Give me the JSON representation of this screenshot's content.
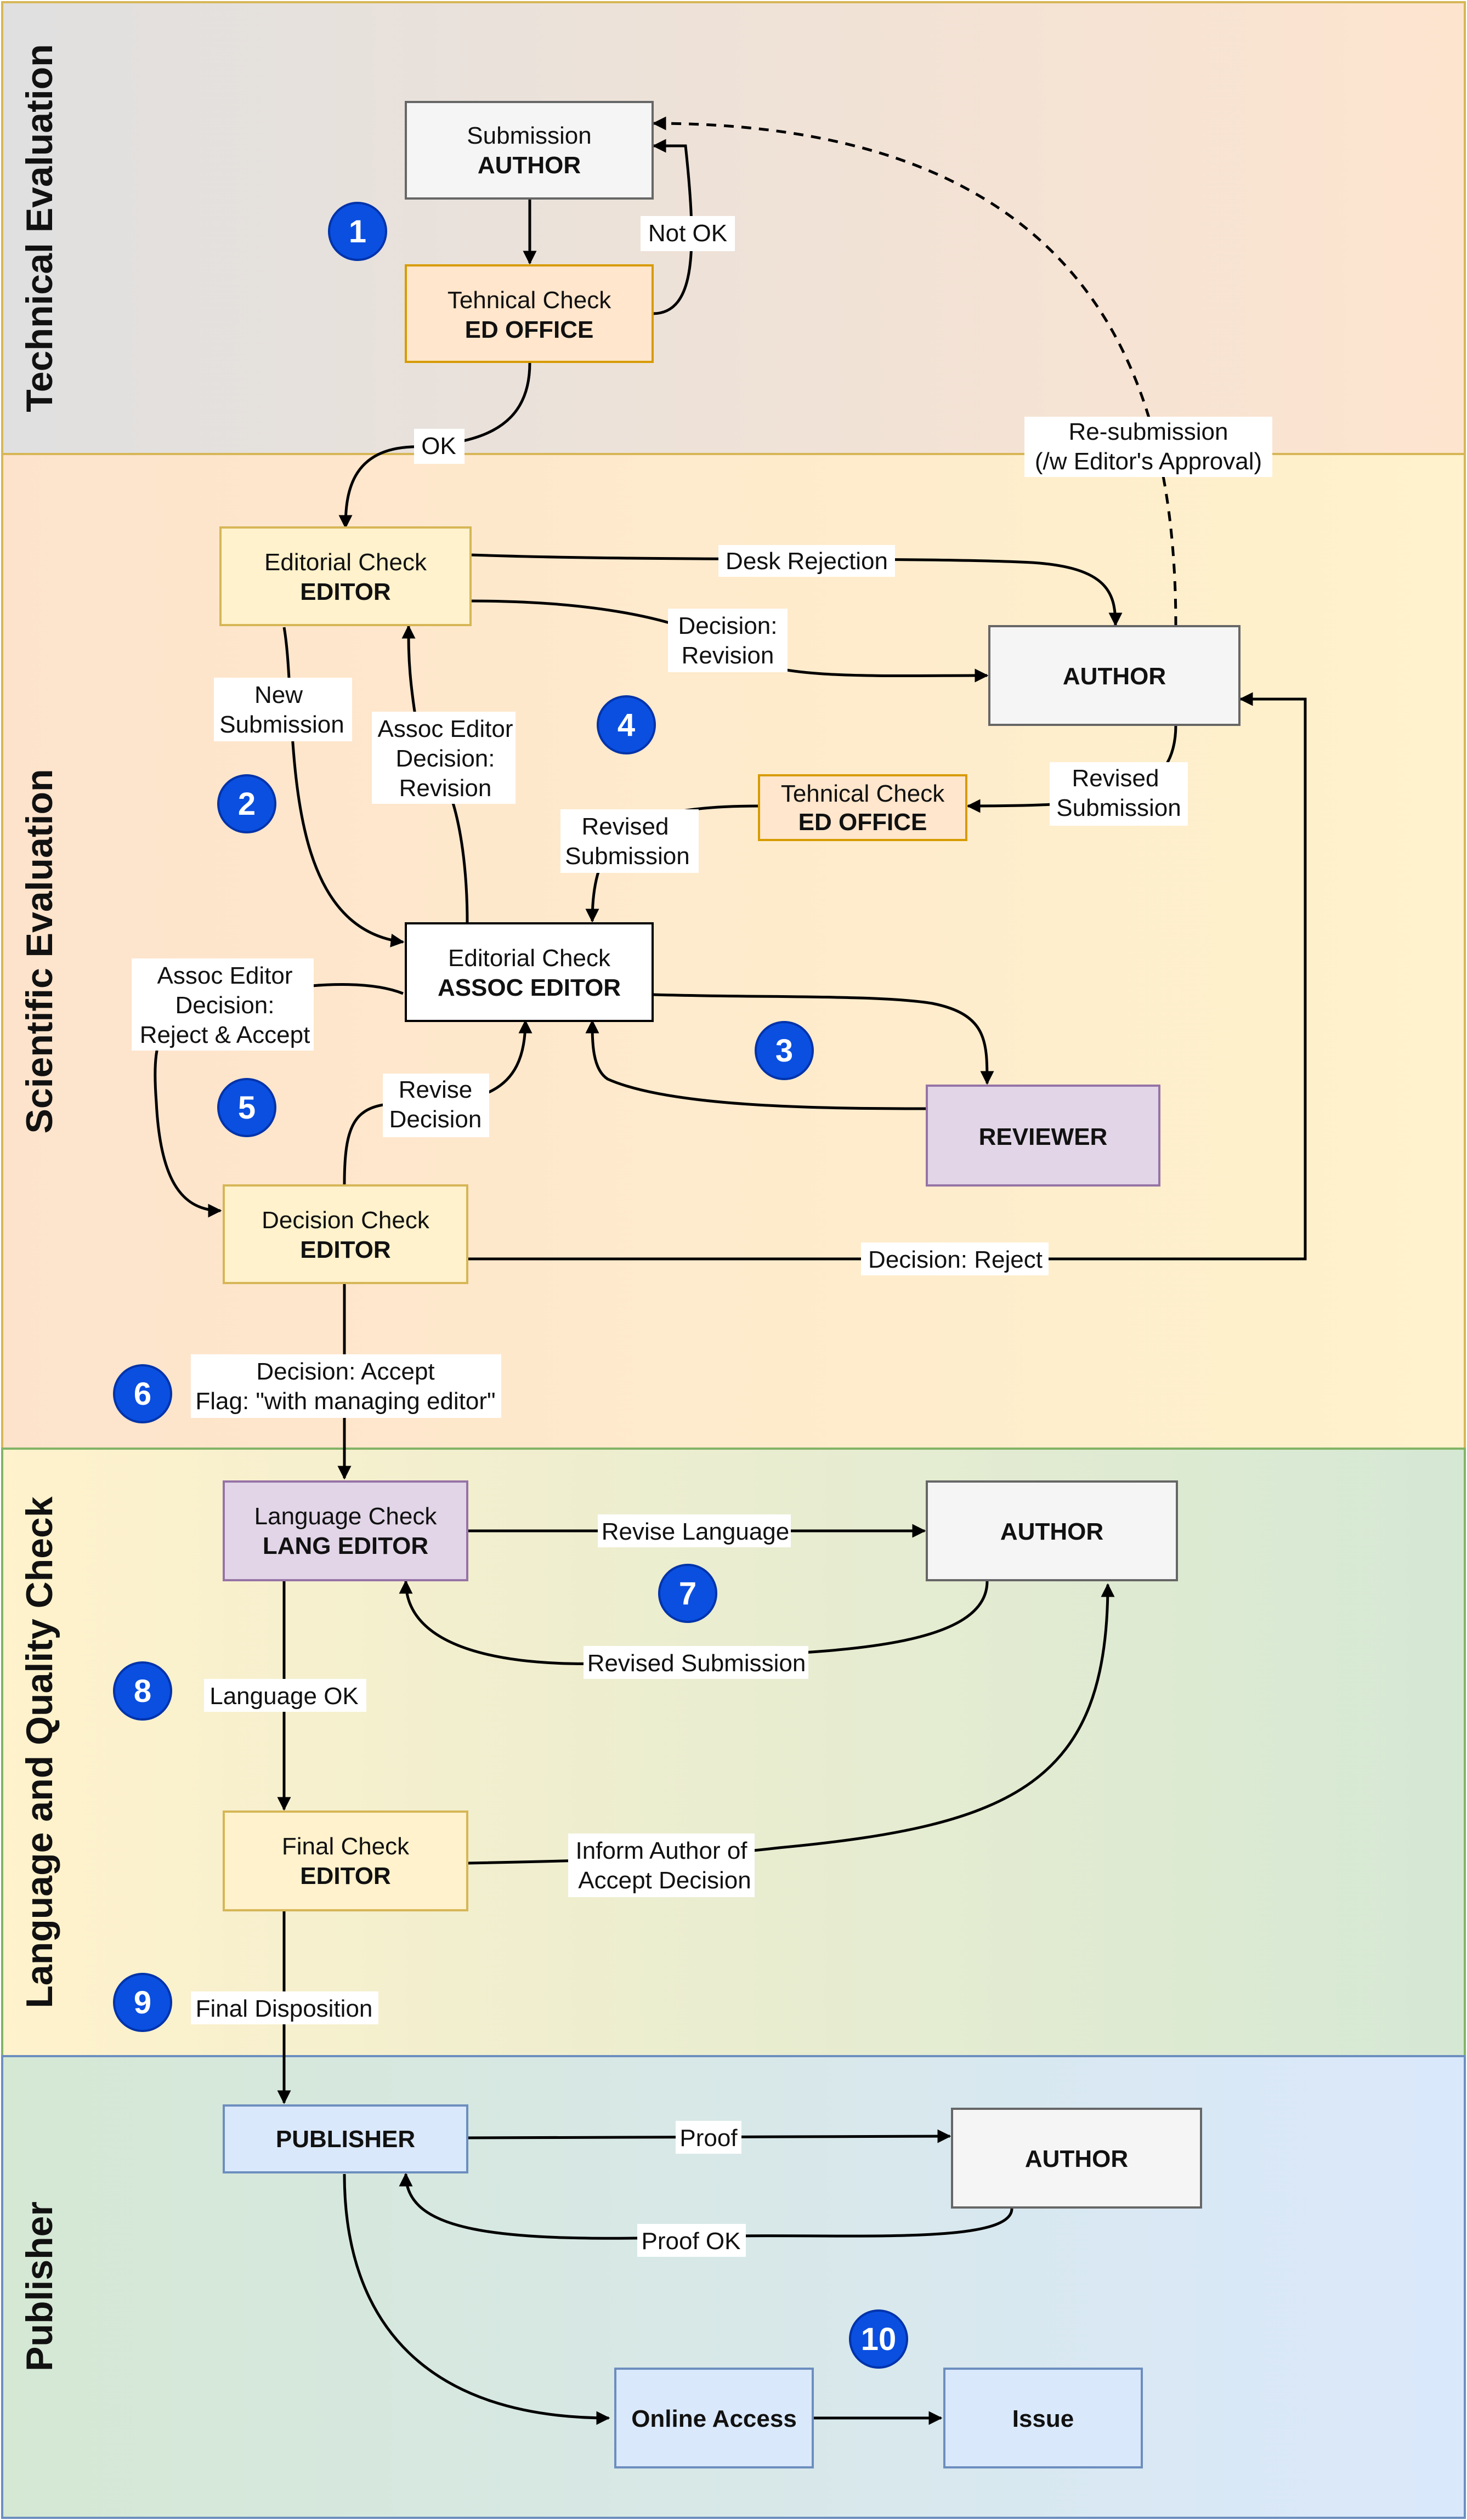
{
  "lanes": {
    "technical": "Technical Evaluation",
    "scientific": "Scientific Evaluation",
    "language": "Language and Quality Check",
    "publisher": "Publisher"
  },
  "nodes": {
    "submission_author": {
      "line1": "Submission",
      "line2": "AUTHOR"
    },
    "technical_check_1": {
      "line1": "Tehnical Check",
      "line2": "ED OFFICE"
    },
    "editorial_check_editor": {
      "line1": "Editorial Check",
      "line2": "EDITOR"
    },
    "author_scientific": {
      "line1": "",
      "line2": "AUTHOR"
    },
    "technical_check_2": {
      "line1": "Tehnical Check",
      "line2": "ED OFFICE"
    },
    "editorial_check_assoc": {
      "line1": "Editorial Check",
      "line2": "ASSOC EDITOR"
    },
    "reviewer": {
      "line1": "",
      "line2": "REVIEWER"
    },
    "decision_check": {
      "line1": "Decision Check",
      "line2": "EDITOR"
    },
    "language_check": {
      "line1": "Language Check",
      "line2": "LANG EDITOR"
    },
    "author_language": {
      "line1": "",
      "line2": "AUTHOR"
    },
    "final_check": {
      "line1": "Final Check",
      "line2": "EDITOR"
    },
    "publisher": {
      "line1": "",
      "line2": "PUBLISHER"
    },
    "author_publisher": {
      "line1": "",
      "line2": "AUTHOR"
    },
    "online_access": {
      "line1": "",
      "line2": "Online Access"
    },
    "issue": {
      "line1": "",
      "line2": "Issue"
    }
  },
  "edges": {
    "not_ok": [
      "Not OK"
    ],
    "ok": [
      "OK"
    ],
    "resubmission": [
      "Re-submission",
      "(/w Editor's Approval)"
    ],
    "desk_rejection": [
      "Desk Rejection"
    ],
    "decision_revision": [
      "Decision:",
      "Revision"
    ],
    "new_submission": [
      "New",
      "Submission"
    ],
    "assoc_revision": [
      "Assoc Editor",
      "Decision:",
      "Revision"
    ],
    "revised_submission_author": [
      "Revised",
      "Submission"
    ],
    "revised_submission_tech": [
      "Revised",
      "Submission"
    ],
    "assoc_reject_accept": [
      "Assoc Editor",
      "Decision:",
      "Reject & Accept"
    ],
    "revise_decision": [
      "Revise",
      "Decision"
    ],
    "decision_reject": [
      "Decision: Reject"
    ],
    "decision_accept": [
      "Decision: Accept",
      "Flag: \"with managing editor\""
    ],
    "revise_language": [
      "Revise Language"
    ],
    "revised_submission_lang": [
      "Revised Submission"
    ],
    "language_ok": [
      "Language OK"
    ],
    "inform_author": [
      "Inform Author of",
      "Accept Decision"
    ],
    "final_disposition": [
      "Final Disposition"
    ],
    "proof": [
      "Proof"
    ],
    "proof_ok": [
      "Proof OK"
    ]
  },
  "badges": [
    "1",
    "2",
    "3",
    "4",
    "5",
    "6",
    "7",
    "8",
    "9",
    "10"
  ],
  "colors": {
    "author_fill": "#f5f5f5",
    "ed_office_fill": "#ffe6cc",
    "ed_office_stroke": "#d79b00",
    "editor_fill": "#fff2cc",
    "editor_stroke": "#d6b656",
    "purple_fill": "#e1d5e7",
    "purple_stroke": "#9673a6",
    "blue_fill": "#dae8fc",
    "blue_stroke": "#6c8ebf",
    "badge": "#0a4fe0"
  }
}
